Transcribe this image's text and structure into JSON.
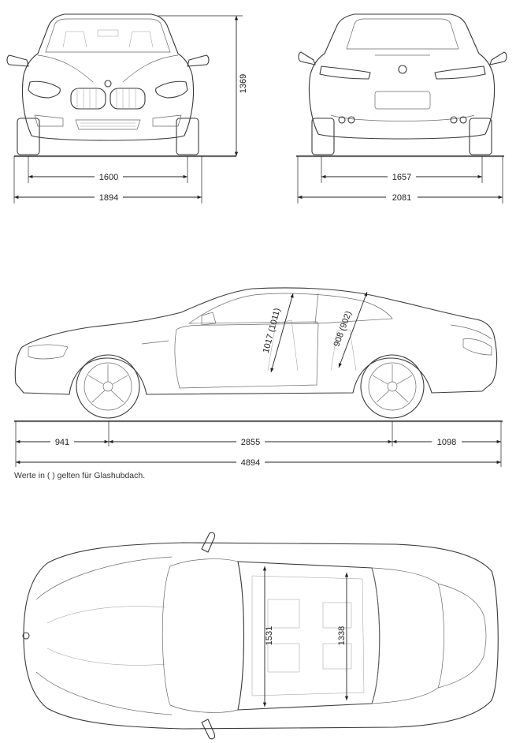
{
  "views": {
    "front": {
      "width_label": "1600",
      "overall_label": "1894",
      "height_label": "1369"
    },
    "rear": {
      "width_label": "1657",
      "overall_label": "2081"
    },
    "side": {
      "front_overhang_label": "941",
      "wheelbase_label": "2855",
      "rear_overhang_label": "1098",
      "overall_length_label": "4894",
      "front_headroom_label": "1017 (1011)",
      "rear_headroom_label": "908 (902)"
    },
    "top": {
      "front_seat_width_label": "1531",
      "rear_seat_width_label": "1338"
    }
  },
  "note": "Werte in ( ) gelten für Glashubdach."
}
